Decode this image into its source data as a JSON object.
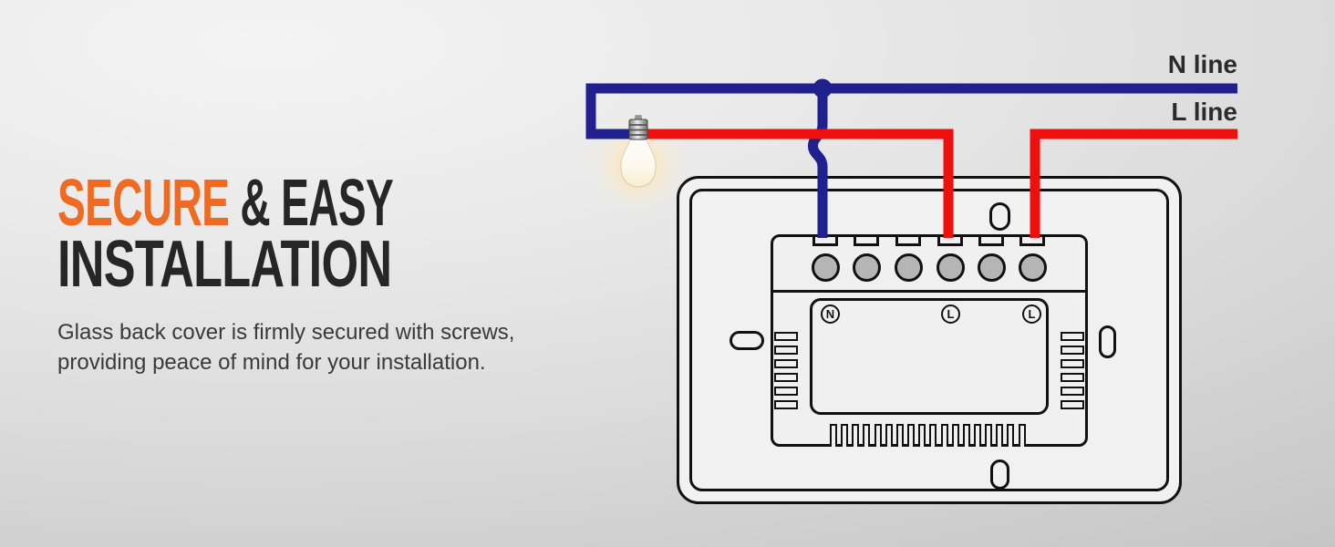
{
  "colors": {
    "accent_orange": "#ef6a22",
    "heading_dark": "#262626",
    "body_text": "#3a3a3a",
    "n_line_blue": "#20208f",
    "l_line_red": "#ee0f0f",
    "line_label_text": "#2b2b2b",
    "outline_black": "#111111",
    "screw_gray": "#b5b5b5",
    "plate_fill": "#f1f1f1",
    "bulb_glow": "#ffdf9e"
  },
  "headline": {
    "line1_accent": "SECURE",
    "line1_rest": " & EASY",
    "line2": "INSTALLATION"
  },
  "description": {
    "line1": "Glass back cover is firmly secured with screws,",
    "line2": "providing peace of mind for your installation."
  },
  "diagram": {
    "n_line_label": "N line",
    "l_line_label": "L line",
    "terminal_labels": [
      "N",
      "L",
      "L"
    ],
    "counts": {
      "terminals": 6,
      "fins_per_side": 6,
      "comb_bars": 18
    }
  }
}
